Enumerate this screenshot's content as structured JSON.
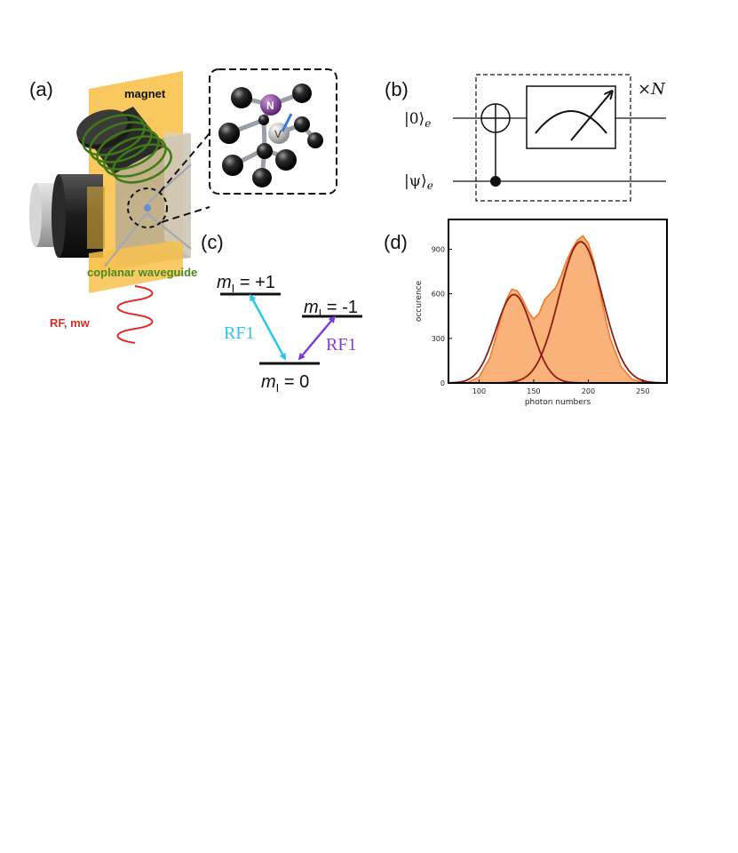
{
  "panel_a": {
    "label": "(a)",
    "magnet_label": "magnet",
    "waveguide_label": "coplanar waveguide",
    "rf_label": "RF, mw",
    "atom_labels": {
      "nitrogen": "N",
      "vacancy": "V"
    }
  },
  "panel_b": {
    "label": "(b)",
    "ket_top": "|0⟩",
    "ket_top_sub": "e",
    "ket_bottom": "|ψ⟩",
    "ket_bottom_sub": "e",
    "repeat": "×N"
  },
  "panel_c": {
    "label": "(c)",
    "level_plus": {
      "m": "m",
      "sub": "I",
      "rest": " = +1"
    },
    "level_minus": {
      "m": "m",
      "sub": "I",
      "rest": " = -1"
    },
    "level_zero": {
      "m": "m",
      "sub": "I",
      "rest": " = 0"
    },
    "rf_left": "RF1",
    "rf_right": "RF1",
    "colors": {
      "cyan": "#29c8ea",
      "purple": "#7e3fd6"
    }
  },
  "panel_d": {
    "label": "(d)"
  },
  "chart_data": {
    "type": "area",
    "title": "",
    "xlabel": "photon numbers",
    "ylabel": "occurence",
    "xlim": [
      72,
      272
    ],
    "ylim": [
      0,
      1100
    ],
    "xticks": [
      100,
      150,
      200,
      250
    ],
    "yticks": [
      0,
      300,
      600,
      900
    ],
    "histogram": {
      "x": [
        80,
        90,
        100,
        110,
        115,
        120,
        125,
        130,
        135,
        140,
        145,
        150,
        155,
        160,
        165,
        170,
        175,
        180,
        185,
        190,
        195,
        200,
        205,
        210,
        215,
        220,
        230,
        240,
        250,
        260,
        270
      ],
      "values": [
        0,
        5,
        40,
        170,
        300,
        440,
        560,
        630,
        620,
        560,
        480,
        430,
        470,
        560,
        600,
        640,
        720,
        820,
        900,
        960,
        990,
        940,
        820,
        640,
        460,
        300,
        110,
        25,
        5,
        0,
        0
      ]
    },
    "series": [
      {
        "type": "gaussian-fit",
        "mean": 132,
        "sigma": 16.5,
        "amplitude": 595
      },
      {
        "type": "gaussian-fit",
        "mean": 193,
        "sigma": 20,
        "amplitude": 950
      }
    ],
    "colors": {
      "fill": "#f9b27a",
      "edge": "#f07a28",
      "fit": "#8a1e10"
    },
    "grid": false
  }
}
